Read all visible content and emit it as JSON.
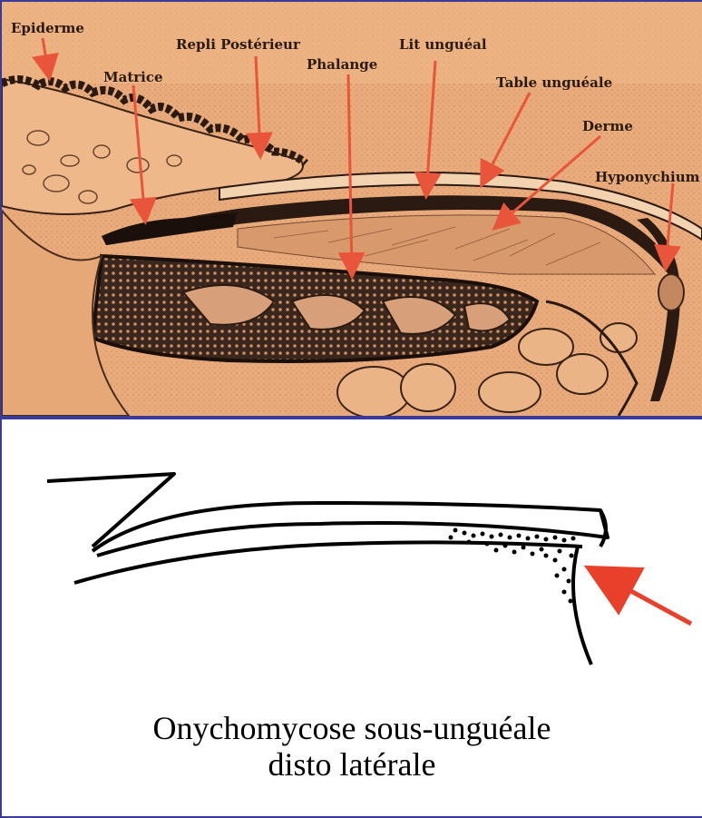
{
  "histology": {
    "labels": {
      "epiderme": "Epiderme",
      "matrice": "Matrice",
      "repli": "Repli Postérieur",
      "phalange": "Phalange",
      "lit": "Lit unguéal",
      "table": "Table unguéale",
      "derme": "Derme",
      "hyponychium": "Hyponychium"
    },
    "colors": {
      "background": "#e8a878",
      "tissue_dark": "#2a1a12",
      "arrow": "#e8553a"
    }
  },
  "schema": {
    "caption_line1": "Onychomycose sous-unguéale",
    "caption_line2": "disto latérale",
    "colors": {
      "stroke": "#000000",
      "arrow": "#e8402a"
    }
  }
}
